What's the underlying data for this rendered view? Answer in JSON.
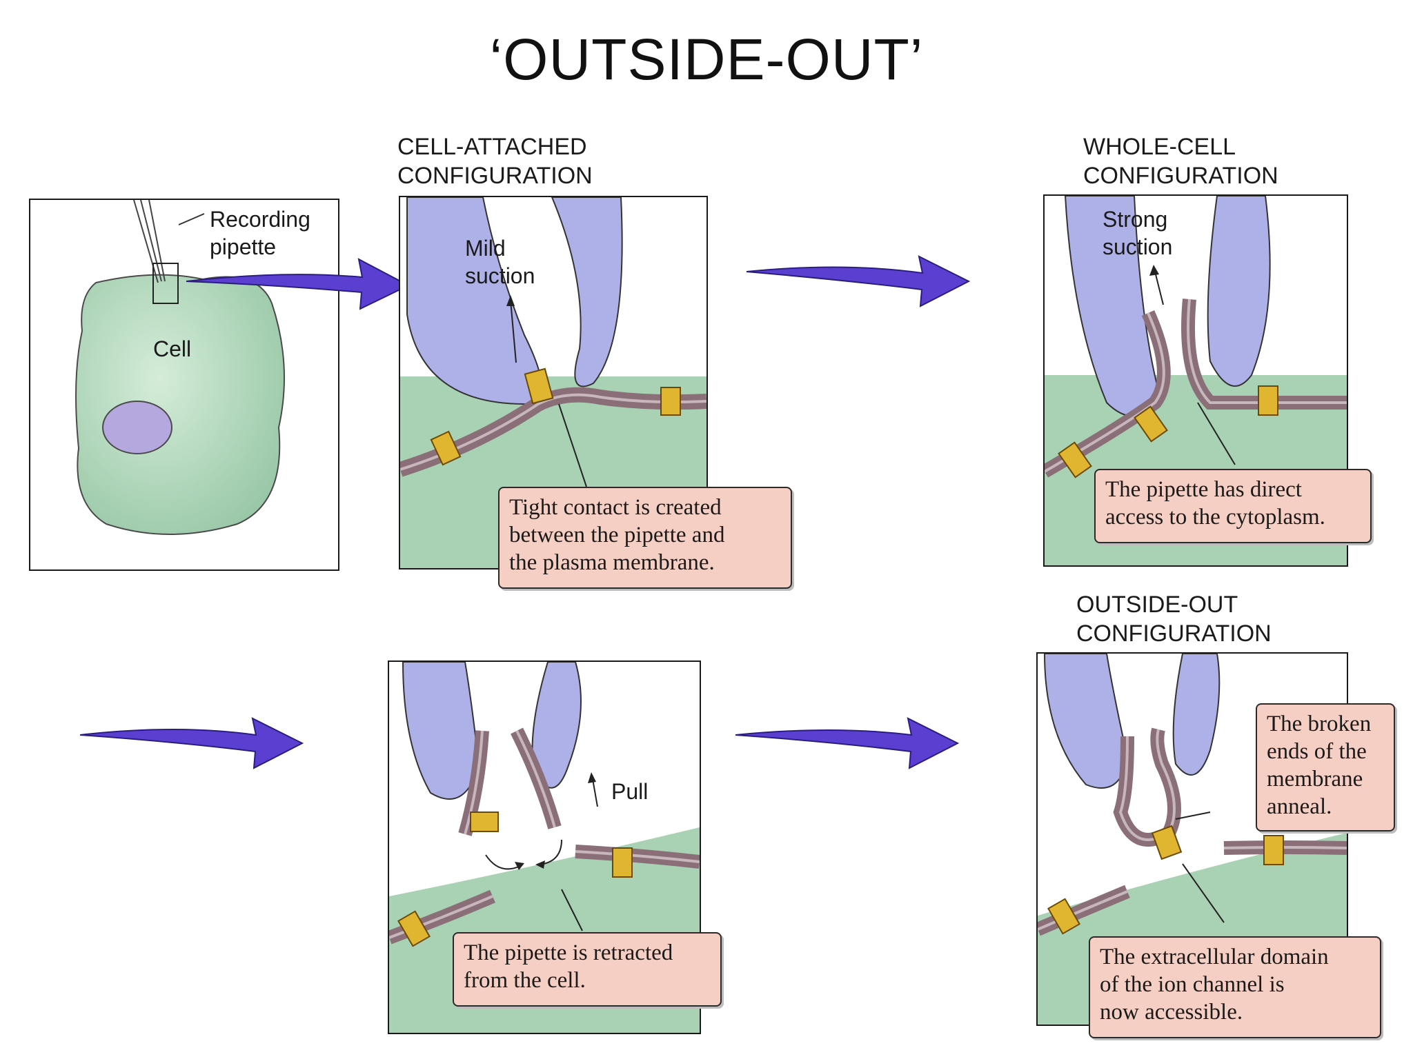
{
  "title": "‘OUTSIDE-OUT’",
  "panels": {
    "cell": {
      "pipette_label": [
        "Recording",
        "pipette"
      ],
      "cell_label": "Cell"
    },
    "cell_attached": {
      "heading": [
        "CELL-ATTACHED",
        "CONFIGURATION"
      ],
      "suction_label": [
        "Mild",
        "suction"
      ],
      "callout": [
        "Tight contact is created",
        "between the pipette and",
        "the plasma membrane."
      ]
    },
    "whole_cell": {
      "heading": [
        "WHOLE-CELL",
        "CONFIGURATION"
      ],
      "suction_label": [
        "Strong",
        "suction"
      ],
      "callout": [
        "The pipette has direct",
        "access to the cytoplasm."
      ]
    },
    "retracted": {
      "pull_label": "Pull",
      "callout": [
        "The pipette is retracted",
        "from the cell."
      ]
    },
    "outside_out": {
      "heading": [
        "OUTSIDE-OUT",
        "CONFIGURATION"
      ],
      "anneal_callout": [
        "The broken",
        "ends of the",
        "membrane",
        "anneal."
      ],
      "domain_callout": [
        "The extracellular domain",
        "of the ion channel is",
        "now accessible."
      ]
    }
  },
  "colors": {
    "pipette": "#aeb0e8",
    "cell": "#a9d2b4",
    "membrane": "#8a6e78",
    "channel": "#e0b530",
    "callout": "#f5cfc4",
    "arrow": "#5a3fd0"
  }
}
